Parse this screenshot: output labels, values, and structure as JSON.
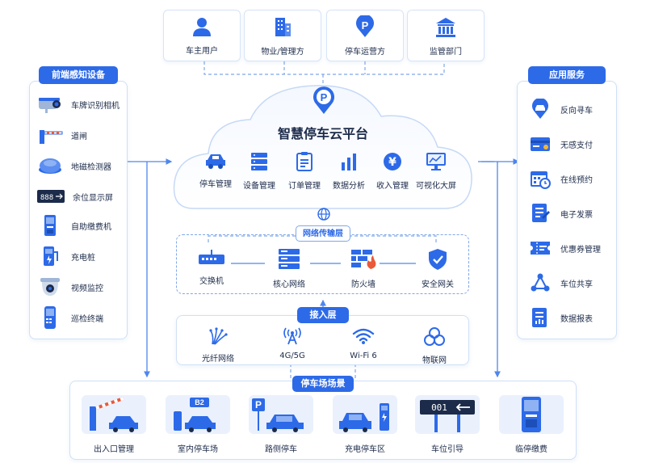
{
  "top_roles": [
    {
      "label": "车主用户",
      "icon": "user-icon"
    },
    {
      "label": "物业/管理方",
      "icon": "building-icon"
    },
    {
      "label": "停车运营方",
      "icon": "parking-pin-icon"
    },
    {
      "label": "监管部门",
      "icon": "government-icon"
    }
  ],
  "left_panel": {
    "title": "前端感知设备",
    "items": [
      {
        "label": "车牌识别相机",
        "icon": "camera-icon"
      },
      {
        "label": "道闸",
        "icon": "barrier-gate-icon"
      },
      {
        "label": "地磁检测器",
        "icon": "geomagnetic-sensor-icon"
      },
      {
        "label": "余位显示屏",
        "icon": "display-screen-icon",
        "screen_text": "888"
      },
      {
        "label": "自助缴费机",
        "icon": "payment-kiosk-icon"
      },
      {
        "label": "充电桩",
        "icon": "charging-pile-icon"
      },
      {
        "label": "视频监控",
        "icon": "dome-camera-icon"
      },
      {
        "label": "巡检终端",
        "icon": "handheld-terminal-icon"
      }
    ]
  },
  "right_panel": {
    "title": "应用服务",
    "items": [
      {
        "label": "反向寻车",
        "icon": "car-locate-icon"
      },
      {
        "label": "无感支付",
        "icon": "card-payment-icon"
      },
      {
        "label": "在线预约",
        "icon": "calendar-icon"
      },
      {
        "label": "电子发票",
        "icon": "invoice-icon"
      },
      {
        "label": "优惠券管理",
        "icon": "coupon-icon"
      },
      {
        "label": "车位共享",
        "icon": "share-icon"
      },
      {
        "label": "数据报表",
        "icon": "report-icon"
      }
    ]
  },
  "cloud": {
    "title": "智慧停车云平台",
    "functions": [
      {
        "label": "停车管理",
        "icon": "car-icon"
      },
      {
        "label": "设备管理",
        "icon": "server-icon"
      },
      {
        "label": "订单管理",
        "icon": "order-icon"
      },
      {
        "label": "数据分析",
        "icon": "bar-chart-icon"
      },
      {
        "label": "收入管理",
        "icon": "yuan-icon"
      },
      {
        "label": "可视化大屏",
        "icon": "monitor-icon"
      }
    ]
  },
  "network_layer": {
    "title": "网络传输层",
    "nodes": [
      {
        "label": "交换机",
        "icon": "switch-icon"
      },
      {
        "label": "核心网络",
        "icon": "core-network-icon"
      },
      {
        "label": "防火墙",
        "icon": "firewall-icon"
      },
      {
        "label": "安全网关",
        "icon": "shield-icon"
      }
    ]
  },
  "access_layer": {
    "title": "接入层",
    "nodes": [
      {
        "label": "光纤网络",
        "icon": "fiber-icon"
      },
      {
        "label": "4G/5G",
        "icon": "antenna-icon"
      },
      {
        "label": "Wi-Fi 6",
        "icon": "wifi-icon"
      },
      {
        "label": "物联网",
        "icon": "iot-icon"
      }
    ]
  },
  "scene_layer": {
    "title": "停车场场景",
    "scenes": [
      {
        "label": "出入口管理",
        "icon": "entrance-scene-icon"
      },
      {
        "label": "室内停车场",
        "icon": "indoor-parking-icon",
        "sign": "B2"
      },
      {
        "label": "路侧停车",
        "icon": "roadside-parking-icon",
        "sign": "P"
      },
      {
        "label": "充电停车区",
        "icon": "charging-area-icon"
      },
      {
        "label": "车位引导",
        "icon": "guidance-sign-icon",
        "sign": "001"
      },
      {
        "label": "临停缴费",
        "icon": "temp-payment-icon"
      }
    ]
  },
  "colors": {
    "primary": "#2d6ae8",
    "line": "#4f86ee",
    "panel_border": "#cfe0f7",
    "light_bg": "#eaf1fd"
  }
}
